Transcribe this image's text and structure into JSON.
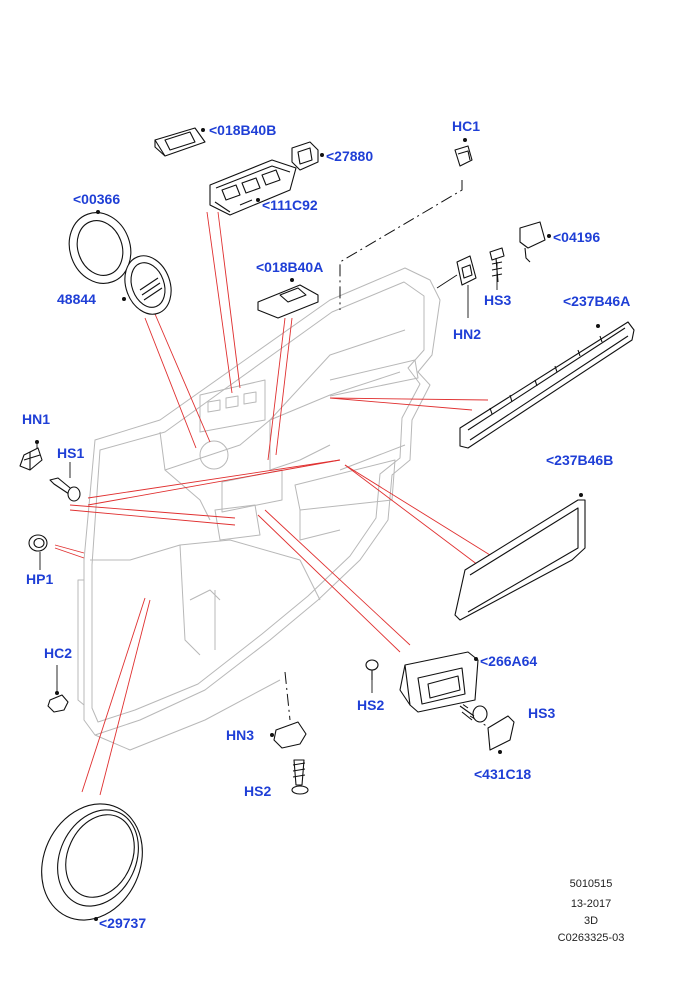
{
  "labels": {
    "p018B40B": "<018B40B",
    "p27880": "<27880",
    "p111C92": "<111C92",
    "p00366": "<00366",
    "p48844": "48844",
    "p018B40A": "<018B40A",
    "HC1": "HC1",
    "p04196": "<04196",
    "HS3_top": "HS3",
    "HN2": "HN2",
    "p237B46A": "<237B46A",
    "HN1": "HN1",
    "HS1": "HS1",
    "p237B46B": "<237B46B",
    "HP1": "HP1",
    "HC2": "HC2",
    "p266A64": "<266A64",
    "HS2_right": "HS2",
    "HS3_bottom": "HS3",
    "HN3": "HN3",
    "p431C18": "<431C18",
    "HS2_bottom": "HS2",
    "p29737": "<29737"
  },
  "meta": {
    "ref": "5010515",
    "date": "13-2017",
    "view": "3D",
    "code": "C0263325-03"
  },
  "colors": {
    "label": "#1f3fd6",
    "leader": "#e03030",
    "door_outline": "#b8b8b8",
    "part_outline": "#111111"
  }
}
